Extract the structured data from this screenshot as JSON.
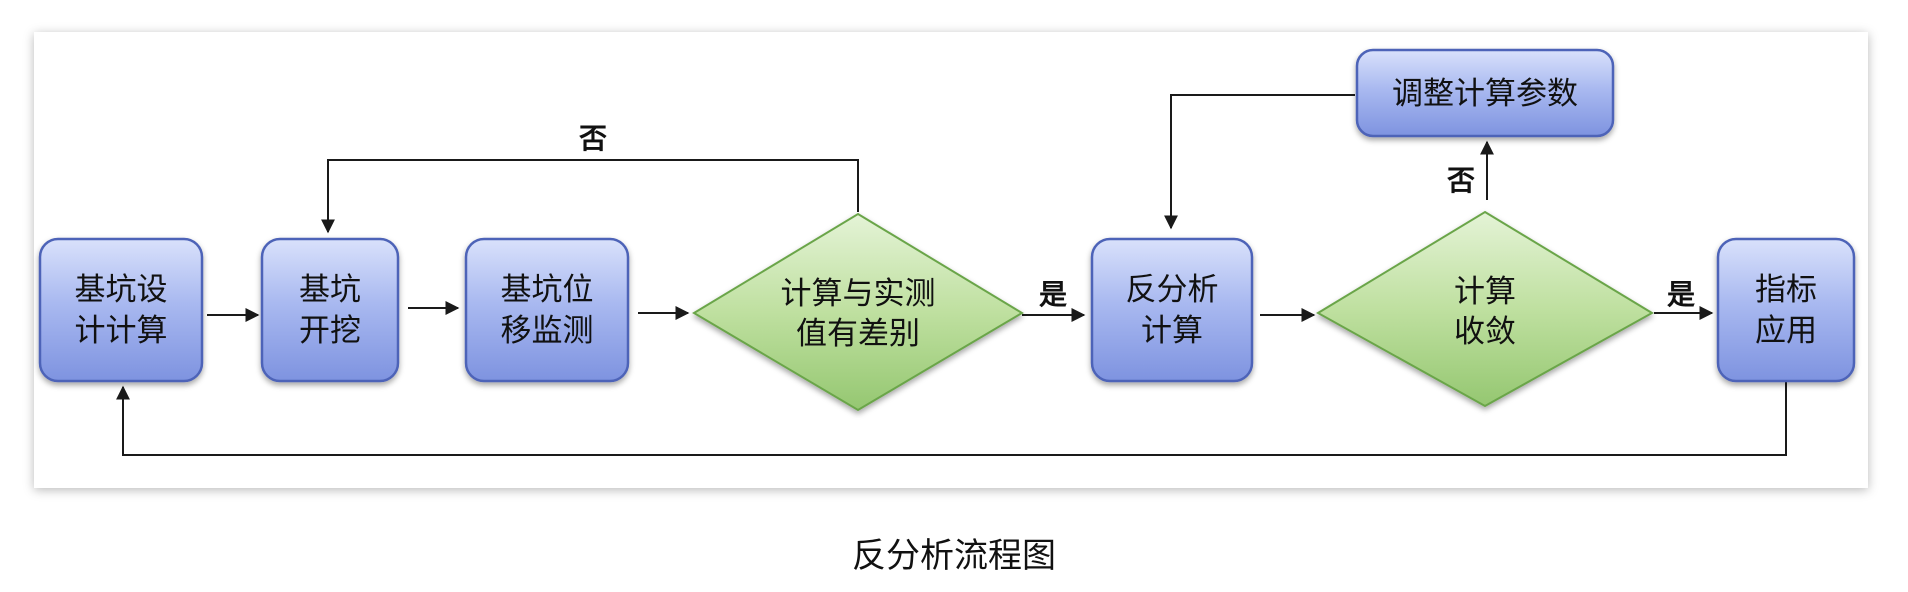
{
  "nodes": {
    "design_calc": [
      "基坑设",
      "计计算"
    ],
    "excavation": [
      "基坑",
      "开挖"
    ],
    "monitoring": [
      "基坑位",
      "移监测"
    ],
    "diff_check": [
      "计算与实测",
      "值有差别"
    ],
    "back_analysis": [
      "反分析",
      "计算"
    ],
    "convergence": [
      "计算",
      "收敛"
    ],
    "adjust_params": [
      "调整计算参数"
    ],
    "apply": [
      "指标",
      "应用"
    ]
  },
  "edge_labels": {
    "no_top": "否",
    "yes_to_back_analysis": "是",
    "no_to_adjust": "否",
    "yes_to_apply": "是"
  },
  "caption": "反分析流程图"
}
